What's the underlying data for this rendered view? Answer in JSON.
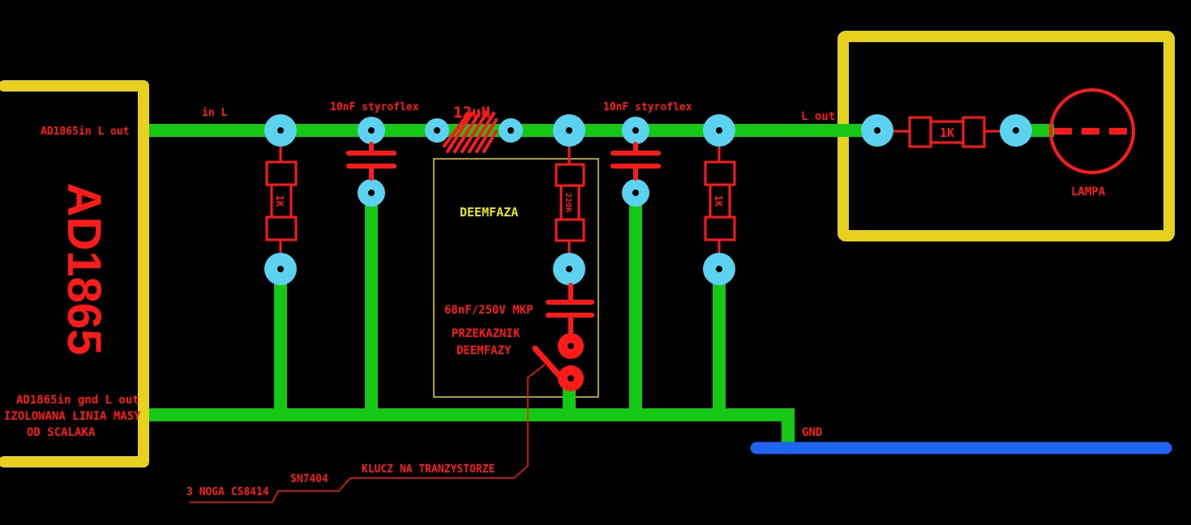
{
  "colors": {
    "background": "#000000",
    "trace": "#14c814",
    "outline": "#e6d21e",
    "pad": "#5ad2f0",
    "component": "#ff1a1a",
    "ground_bus": "#1e64f0"
  },
  "labels": {
    "chip_name": "AD1865",
    "chip_out": "AD1865in L out",
    "chip_gnd_line1": "AD1865in gnd L out",
    "chip_gnd_line2": "IZOLOWANA LINIA MASY",
    "chip_gnd_line3": "OD SCALAKA",
    "in_l": "in L",
    "cap1": "10nF styroflex",
    "inductor": "12uH",
    "cap2": "10nF styroflex",
    "l_out": "L out",
    "deemfaza": "DEEMFAZA",
    "r_220": "220R",
    "cap_mkp": "68nF/250V MKP",
    "relay_line1": "PRZEKAZNIK",
    "relay_line2": "DEEMFAZY",
    "r1": "1K",
    "r2": "1K",
    "r_out": "1K",
    "lampa": "LAMPA",
    "gnd": "GND",
    "klucz": "KLUCZ NA TRANZYSTORZE",
    "sn7404": "SN7404",
    "noga": "3 NOGA CS8414"
  },
  "icons": {
    "resistor": "resistor-symbol",
    "capacitor": "capacitor-symbol",
    "inductor": "inductor-symbol",
    "lamp": "lamp-symbol",
    "relay": "relay-switch-symbol",
    "pad": "via-pad"
  }
}
